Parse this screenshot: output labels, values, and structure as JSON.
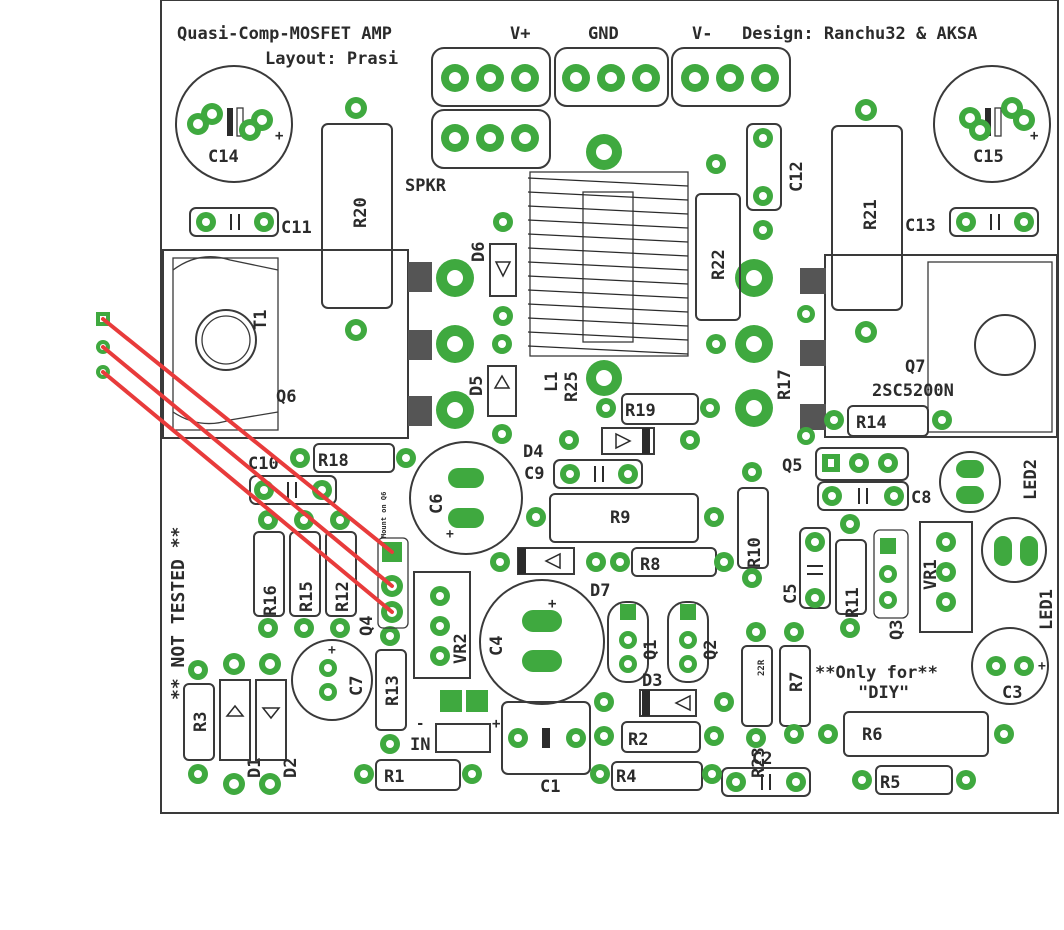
{
  "board": {
    "title": "Quasi-Comp-MOSFET AMP",
    "layout_credit": "Layout: Prasi",
    "design_credit": "Design: Ranchu32 & AKSA",
    "notice": "** NOT TESTED **",
    "diy_note_1": "**Only for**",
    "diy_note_2": "\"DIY\""
  },
  "connectors": {
    "vplus": "V+",
    "gnd": "GND",
    "vminus": "V-",
    "spkr": "SPKR",
    "input": "IN"
  },
  "components": {
    "C1": "C1",
    "C2": "C2",
    "C3": "C3",
    "C4": "C4",
    "C5": "C5",
    "C6": "C6",
    "C7": "C7",
    "C8": "C8",
    "C9": "C9",
    "C10": "C10",
    "C11": "C11",
    "C12": "C12",
    "C13": "C13",
    "C14": "C14",
    "C15": "C15",
    "R1": "R1",
    "R2": "R2",
    "R3": "R3",
    "R4": "R4",
    "R5": "R5",
    "R6": "R6",
    "R7": "R7",
    "R8": "R8",
    "R9": "R9",
    "R10": "R10",
    "R11": "R11",
    "R12": "R12",
    "R13": "R13",
    "R14": "R14",
    "R15": "R15",
    "R16": "R16",
    "R17": "R17",
    "R18": "R18",
    "R19": "R19",
    "R20": "R20",
    "R21": "R21",
    "R22": "R22",
    "R23": "R23",
    "R23_value": "22R",
    "R25": "R25",
    "D1": "D1",
    "D2": "D2",
    "D3": "D3",
    "D4": "D4",
    "D5": "D5",
    "D6": "D6",
    "D7": "D7",
    "Q1": "Q1",
    "Q2": "Q2",
    "Q3": "Q3",
    "Q4": "Q4",
    "Q5": "Q5",
    "Q6": "Q6",
    "Q7": "Q7",
    "Q7_part": "2SC5200N",
    "T1": "T1",
    "L1": "L1",
    "VR1": "VR1",
    "VR2": "VR2",
    "LED1": "LED1",
    "LED2": "LED2",
    "q4_mount_note": "Mount on Q6"
  },
  "colors": {
    "pad": "#3fa93f",
    "silkscreen": "#2b2b2b",
    "wire": "#e83b3b",
    "background": "#ffffff"
  }
}
